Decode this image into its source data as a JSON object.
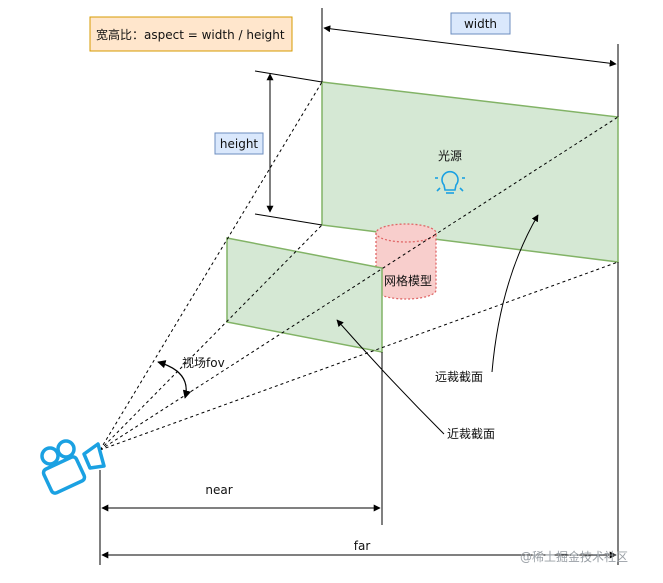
{
  "aspect_box": {
    "text": "宽高比：aspect = width / height"
  },
  "labels": {
    "width": "width",
    "height": "height",
    "light": "光源",
    "mesh": "网格模型",
    "fov": "视场fov",
    "far_plane": "远裁截面",
    "near_plane": "近裁截面",
    "near": "near",
    "far": "far"
  },
  "watermark": "@稀土掘金技术社区",
  "colors": {
    "plane_fill": "#d5e8d4",
    "plane_stroke": "#82b366",
    "mesh_fill": "#f8cecc",
    "mesh_stroke": "#e06666",
    "label_fill": "#dae8fc",
    "label_stroke": "#6c8ebf",
    "aspect_fill": "#ffe6cc",
    "aspect_stroke": "#d79b00",
    "icon_blue": "#1ba1e2"
  },
  "icons": {
    "camera": "camera-icon",
    "light": "lightbulb-icon"
  }
}
